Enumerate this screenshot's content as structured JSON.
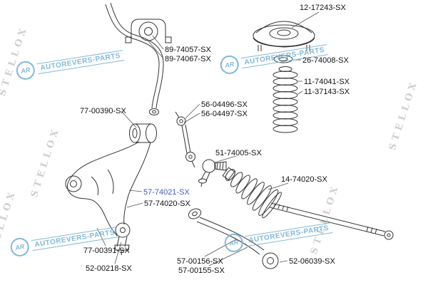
{
  "colors": {
    "highlight": "#3d5dbf",
    "label": "#111111",
    "line": "#333333",
    "watermark-blue": "#74b2d6",
    "watermark-gray": "#c7c7c7"
  },
  "watermark": {
    "brand": "STELLOX",
    "badge_text": "AR",
    "banner_text": "AUTOREVERS-PARTS"
  },
  "parts": [
    {
      "number": "12-17243-SX"
    },
    {
      "number": "89-74057-SX"
    },
    {
      "number": "89-74067-SX"
    },
    {
      "number": "26-74008-SX"
    },
    {
      "number": "11-74041-SX"
    },
    {
      "number": "11-37143-SX"
    },
    {
      "number": "56-04496-SX"
    },
    {
      "number": "56-04497-SX"
    },
    {
      "number": "77-00390-SX"
    },
    {
      "number": "51-74005-SX"
    },
    {
      "number": "14-74020-SX"
    },
    {
      "number": "57-74021-SX",
      "highlighted": true
    },
    {
      "number": "57-74020-SX"
    },
    {
      "number": "77-00391-SX"
    },
    {
      "number": "52-00218-SX"
    },
    {
      "number": "57-00156-SX"
    },
    {
      "number": "57-00155-SX"
    },
    {
      "number": "52-06039-SX"
    }
  ]
}
